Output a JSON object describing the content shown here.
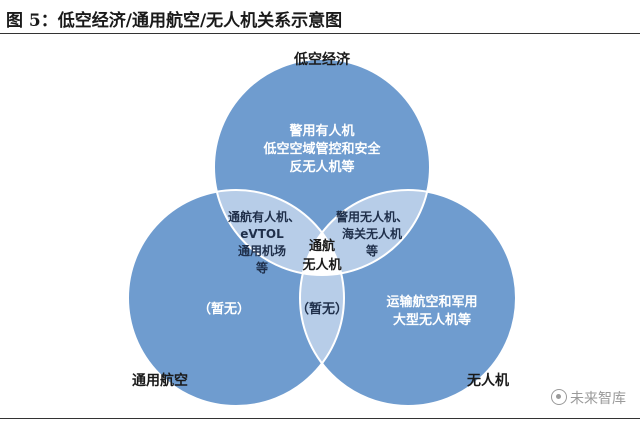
{
  "figure": {
    "title": "图 5：低空经济/通用航空/无人机关系示意图"
  },
  "colors": {
    "circle_fill": "#6f9ccf",
    "circle_stroke": "#ffffff",
    "pair_overlap_fill": "#b7cde8",
    "center_fill": "#ffffff",
    "text": "#ffffff",
    "dark_text": "#1f2f4a",
    "label_text": "#1a1a1a"
  },
  "sets": {
    "low_altitude_economy": "低空经济",
    "general_aviation": "通用航空",
    "drone": "无人机"
  },
  "regions": {
    "top_only": [
      "警用有人机",
      "低空空域管控和安全",
      "反无人机等"
    ],
    "top_left": [
      "通航有人机、",
      "eVTOL",
      "通用机场",
      "等"
    ],
    "top_right": [
      "警用无人机、",
      "海关无人机",
      "等"
    ],
    "center": [
      "通航",
      "无人机"
    ],
    "left_only": "（暂无）",
    "left_right": "（暂无）",
    "right_only": [
      "运输航空和军用",
      "大型无人机等"
    ]
  },
  "watermark": "未来智库"
}
